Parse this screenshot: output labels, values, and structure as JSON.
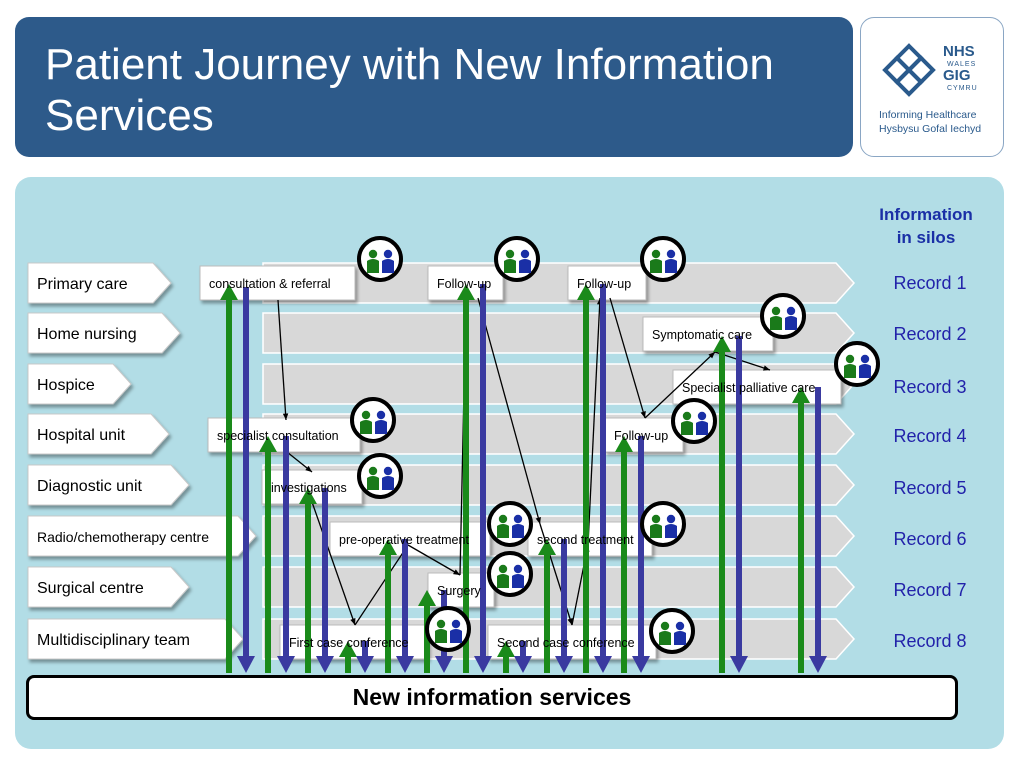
{
  "title": "Patient Journey with New Information\nServices",
  "logo": {
    "nhs": "NHS",
    "wales": "WALES",
    "gig": "GIG",
    "cymru": "CYMRU",
    "line1": "Informing Healthcare",
    "line2": "Hysbysu Gofal Iechyd"
  },
  "info_heading": "Information\nin silos",
  "services": [
    "Primary care",
    "Home nursing",
    "Hospice",
    "Hospital unit",
    "Diagnostic unit",
    "Radio/chemotherapy centre",
    "Surgical centre",
    "Multidisciplinary team"
  ],
  "records": [
    "Record 1",
    "Record 2",
    "Record 3",
    "Record 4",
    "Record 5",
    "Record 6",
    "Record 7",
    "Record 8"
  ],
  "steps": [
    "consultation & referral",
    "Follow-up",
    "Follow-up",
    "Symptomatic care",
    "Specialist palliative care",
    "specialist consultation",
    "Follow-up",
    "investigations",
    "pre-operative treatment",
    "second treatment",
    "Surgery",
    "First case conference",
    "Second case conference"
  ],
  "bottom_bar": "New information services",
  "colors": {
    "header": "#2d5a8a",
    "panel": "#b2dde6",
    "up_arrow": "#1a8a1a",
    "down_arrow": "#3a3aa0",
    "record_text": "#2222aa"
  }
}
